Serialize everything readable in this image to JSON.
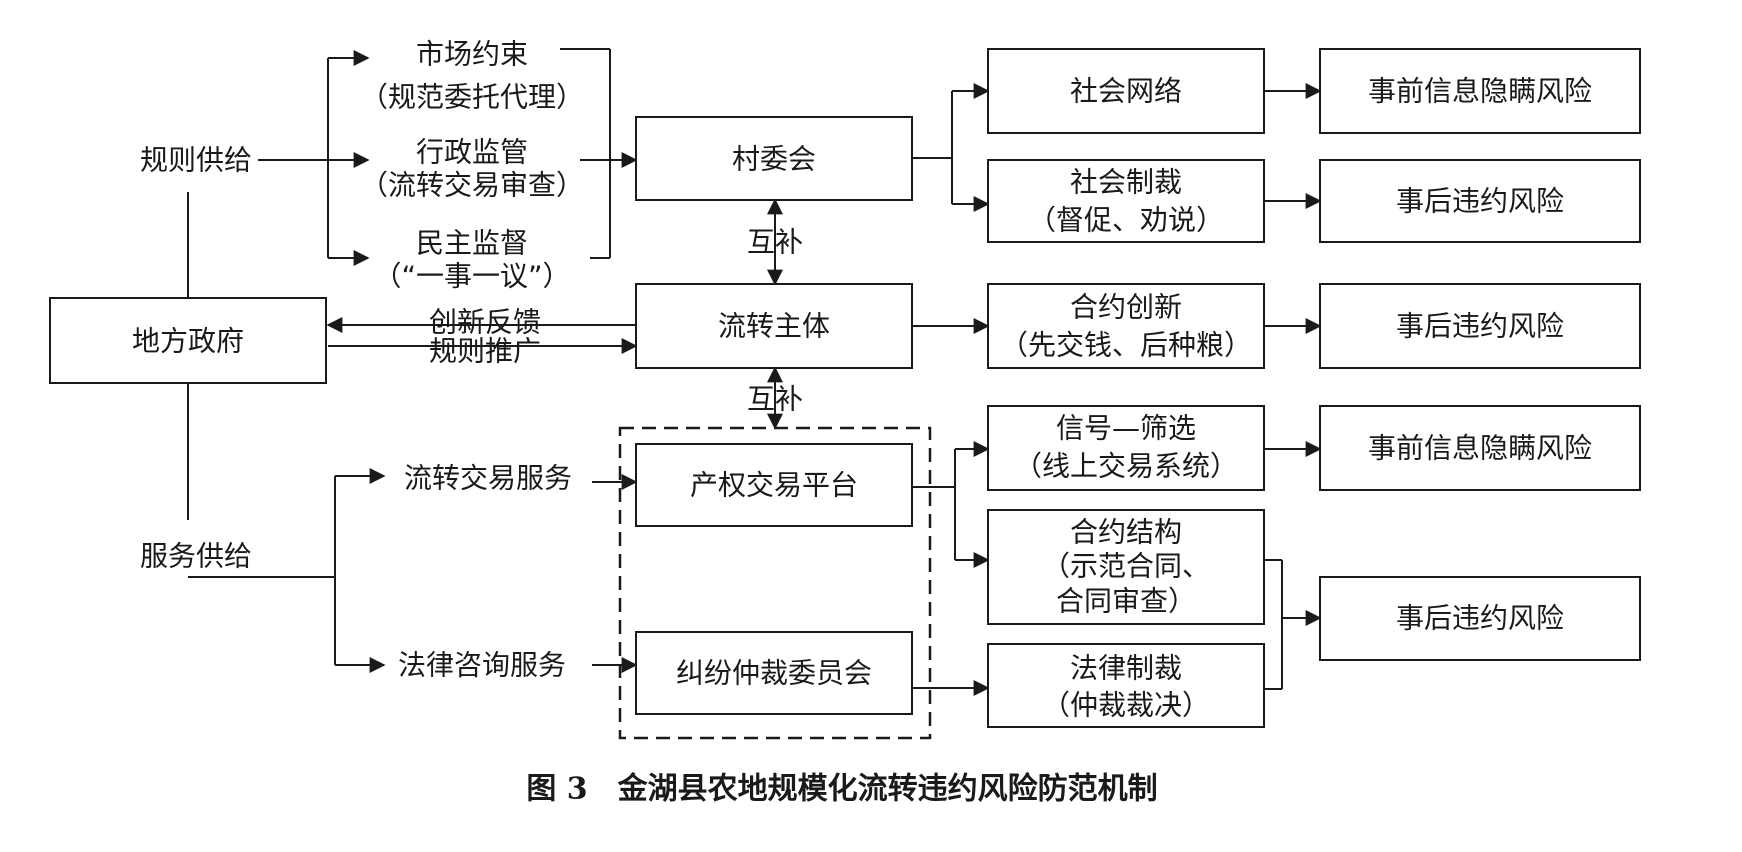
{
  "nodes": {
    "local_gov": "地方政府",
    "rule_supply": "规则供给",
    "service_supply": "服务供给",
    "market_l1": "市场约束",
    "market_l2": "（规范委托代理）",
    "admin_l1": "行政监管",
    "admin_l2": "（流转交易审查）",
    "demo_l1": "民主监督",
    "demo_l2": "（“一事一议”）",
    "village": "村委会",
    "transfer_subject": "流转主体",
    "trade_platform": "产权交易平台",
    "arbitration": "纠纷仲裁委员会",
    "transfer_service": "流转交易服务",
    "legal_service": "法律咨询服务",
    "complement_top": "互补",
    "complement_bottom": "互补",
    "feedback": "创新反馈",
    "promotion": "规则推广",
    "social_network": "社会网络",
    "social_sanction_l1": "社会制裁",
    "social_sanction_l2": "（督促、劝说）",
    "contract_innov_l1": "合约创新",
    "contract_innov_l2": "（先交钱、后种粮）",
    "signal_l1": "信号—筛选",
    "signal_l2": "（线上交易系统）",
    "structure_l1": "合约结构",
    "structure_l2": "（示范合同、",
    "structure_l3": "合同审查）",
    "legal_sanction_l1": "法律制裁",
    "legal_sanction_l2": "（仲裁裁决）",
    "risk_pre_1": "事前信息隐瞒风险",
    "risk_post_1": "事后违约风险",
    "risk_post_2": "事后违约风险",
    "risk_pre_2": "事前信息隐瞒风险",
    "risk_post_3": "事后违约风险"
  },
  "caption": "图 3　金湖县农地规模化流转违约风险防范机制"
}
